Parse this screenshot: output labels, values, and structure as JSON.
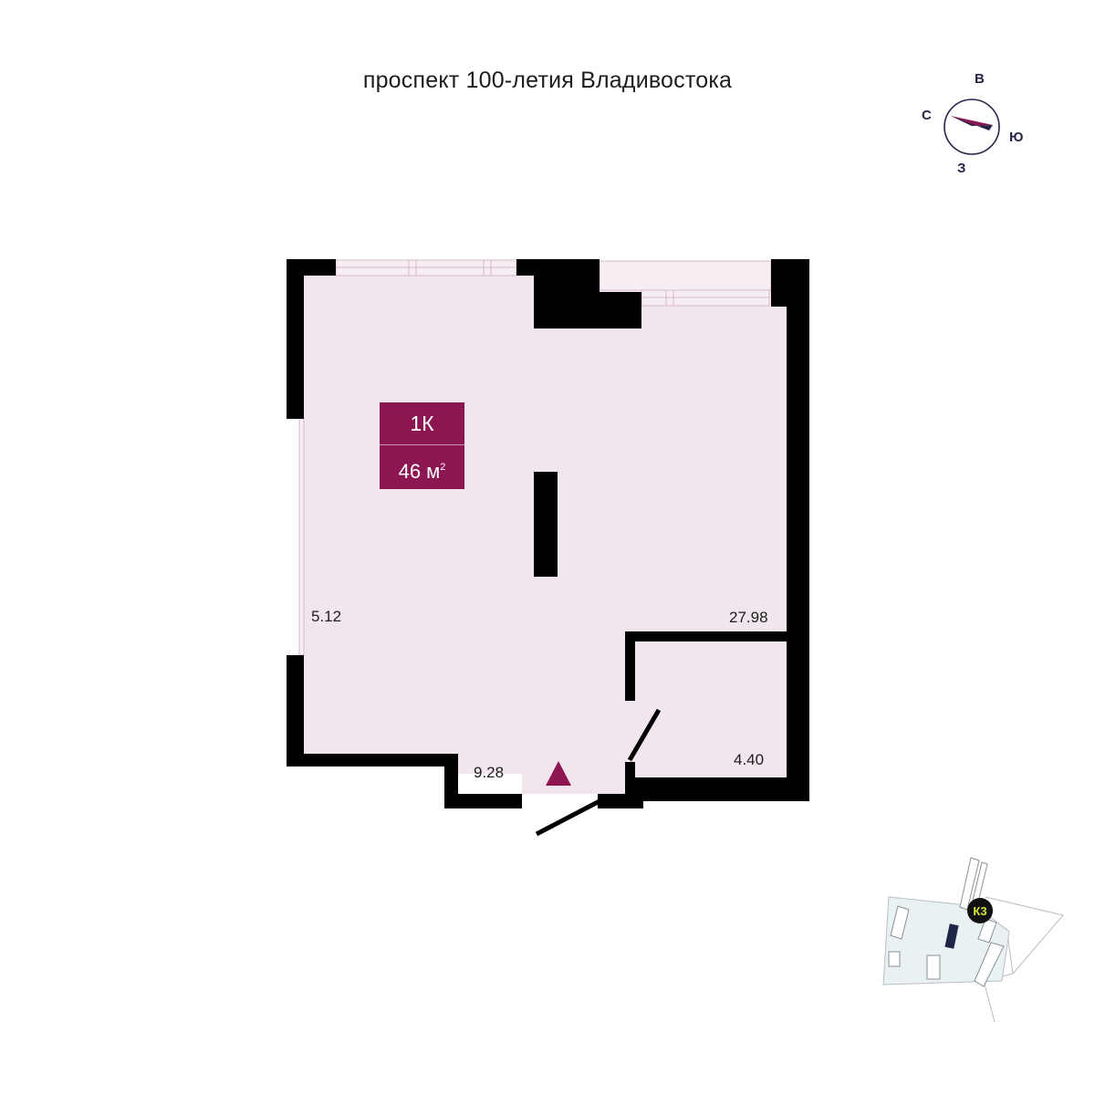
{
  "street": "проспект 100-летия Владивостока",
  "compass": {
    "north": "С",
    "east": "В",
    "south": "Ю",
    "west": "З",
    "needle_color": "#8c1652"
  },
  "apartment": {
    "rooms": "1К",
    "area_value": "46 м",
    "area_unit_sup": "2"
  },
  "dimensions": {
    "left_room": "5.12",
    "main_room": "27.98",
    "entrance": "9.28",
    "bathroom": "4.40"
  },
  "location_map": {
    "building_label": "К3",
    "label_color": "#d6e83b"
  },
  "colors": {
    "wall": "#000000",
    "floor": "#f2e6ee",
    "accent": "#8c1652",
    "site": "#e9f1f3"
  }
}
